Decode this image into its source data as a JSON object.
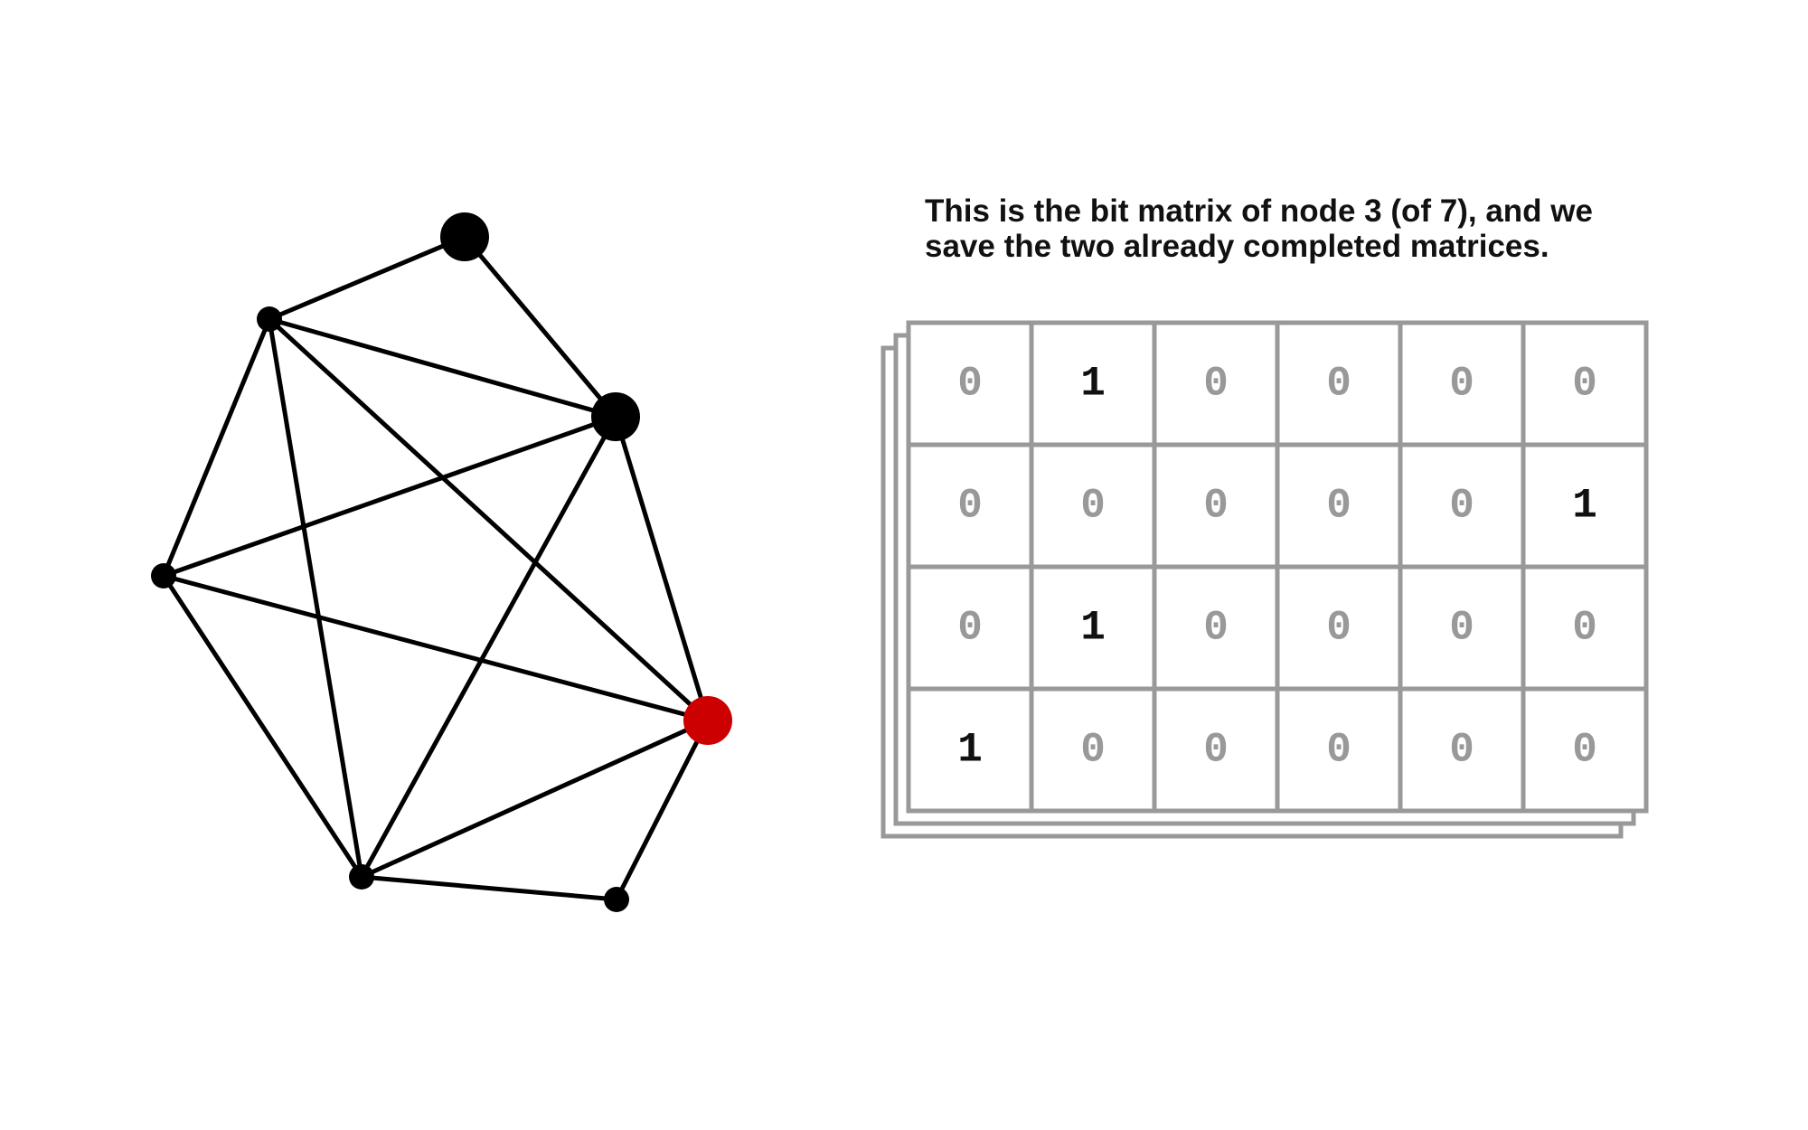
{
  "caption": {
    "line1": "This is the bit matrix of node 3 (of 7), and we",
    "line2": "save the two already completed matrices."
  },
  "graph": {
    "nodes": [
      {
        "id": "n-top",
        "size": "large",
        "color": "#000000"
      },
      {
        "id": "n-upper-left",
        "size": "small",
        "color": "#000000"
      },
      {
        "id": "n-upper-right",
        "size": "large",
        "color": "#000000"
      },
      {
        "id": "n-left",
        "size": "small",
        "color": "#000000"
      },
      {
        "id": "n-current",
        "size": "large",
        "color": "#cc0000"
      },
      {
        "id": "n-bottom-left",
        "size": "small",
        "color": "#000000"
      },
      {
        "id": "n-bottom-right",
        "size": "small",
        "color": "#000000"
      }
    ],
    "edges": [
      [
        "n-top",
        "n-upper-left"
      ],
      [
        "n-top",
        "n-upper-right"
      ],
      [
        "n-upper-left",
        "n-upper-right"
      ],
      [
        "n-upper-left",
        "n-left"
      ],
      [
        "n-upper-left",
        "n-bottom-left"
      ],
      [
        "n-upper-left",
        "n-current"
      ],
      [
        "n-upper-right",
        "n-left"
      ],
      [
        "n-upper-right",
        "n-bottom-left"
      ],
      [
        "n-upper-right",
        "n-current"
      ],
      [
        "n-left",
        "n-current"
      ],
      [
        "n-left",
        "n-bottom-left"
      ],
      [
        "n-bottom-left",
        "n-current"
      ],
      [
        "n-bottom-left",
        "n-bottom-right"
      ],
      [
        "n-current",
        "n-bottom-right"
      ]
    ]
  },
  "matrix": {
    "rows": [
      [
        "0",
        "1",
        "0",
        "0",
        "0",
        "0"
      ],
      [
        "0",
        "0",
        "0",
        "0",
        "0",
        "1"
      ],
      [
        "0",
        "1",
        "0",
        "0",
        "0",
        "0"
      ],
      [
        "1",
        "0",
        "0",
        "0",
        "0",
        "0"
      ]
    ],
    "stacked_saved_matrices": 2
  },
  "colors": {
    "edge": "#000000",
    "highlight_node": "#cc0000",
    "grid": "#999999",
    "zero": "#999999",
    "one": "#111111"
  }
}
